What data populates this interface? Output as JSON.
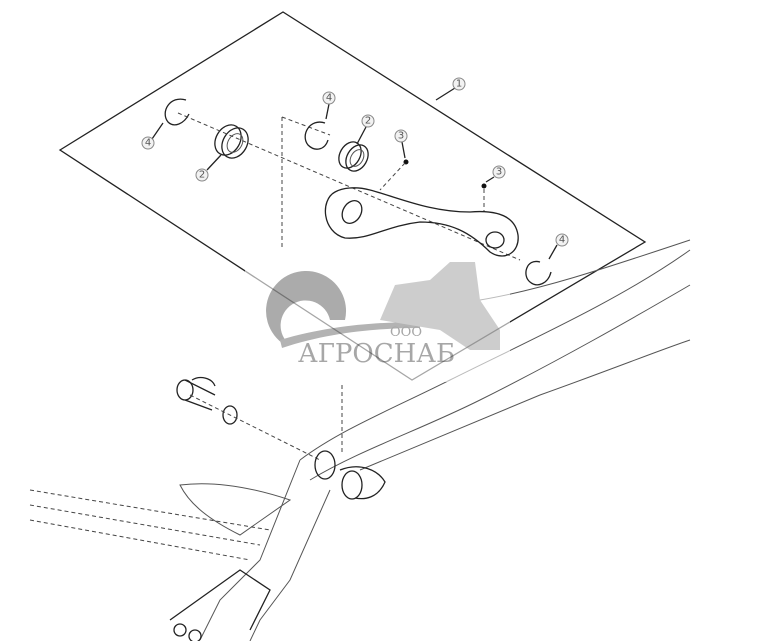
{
  "diagram": {
    "callouts": [
      {
        "label": "1",
        "part": "assembly"
      },
      {
        "label": "4",
        "part": "snap-ring"
      },
      {
        "label": "2",
        "part": "bearing"
      },
      {
        "label": "4",
        "part": "snap-ring"
      },
      {
        "label": "2",
        "part": "bearing"
      },
      {
        "label": "3",
        "part": "grease-fitting"
      },
      {
        "label": "3",
        "part": "grease-fitting"
      },
      {
        "label": "4",
        "part": "snap-ring"
      }
    ]
  },
  "watermark": {
    "prefix": "ООО",
    "name": "АГРОСНАБ",
    "color": "#8a8a8a"
  }
}
